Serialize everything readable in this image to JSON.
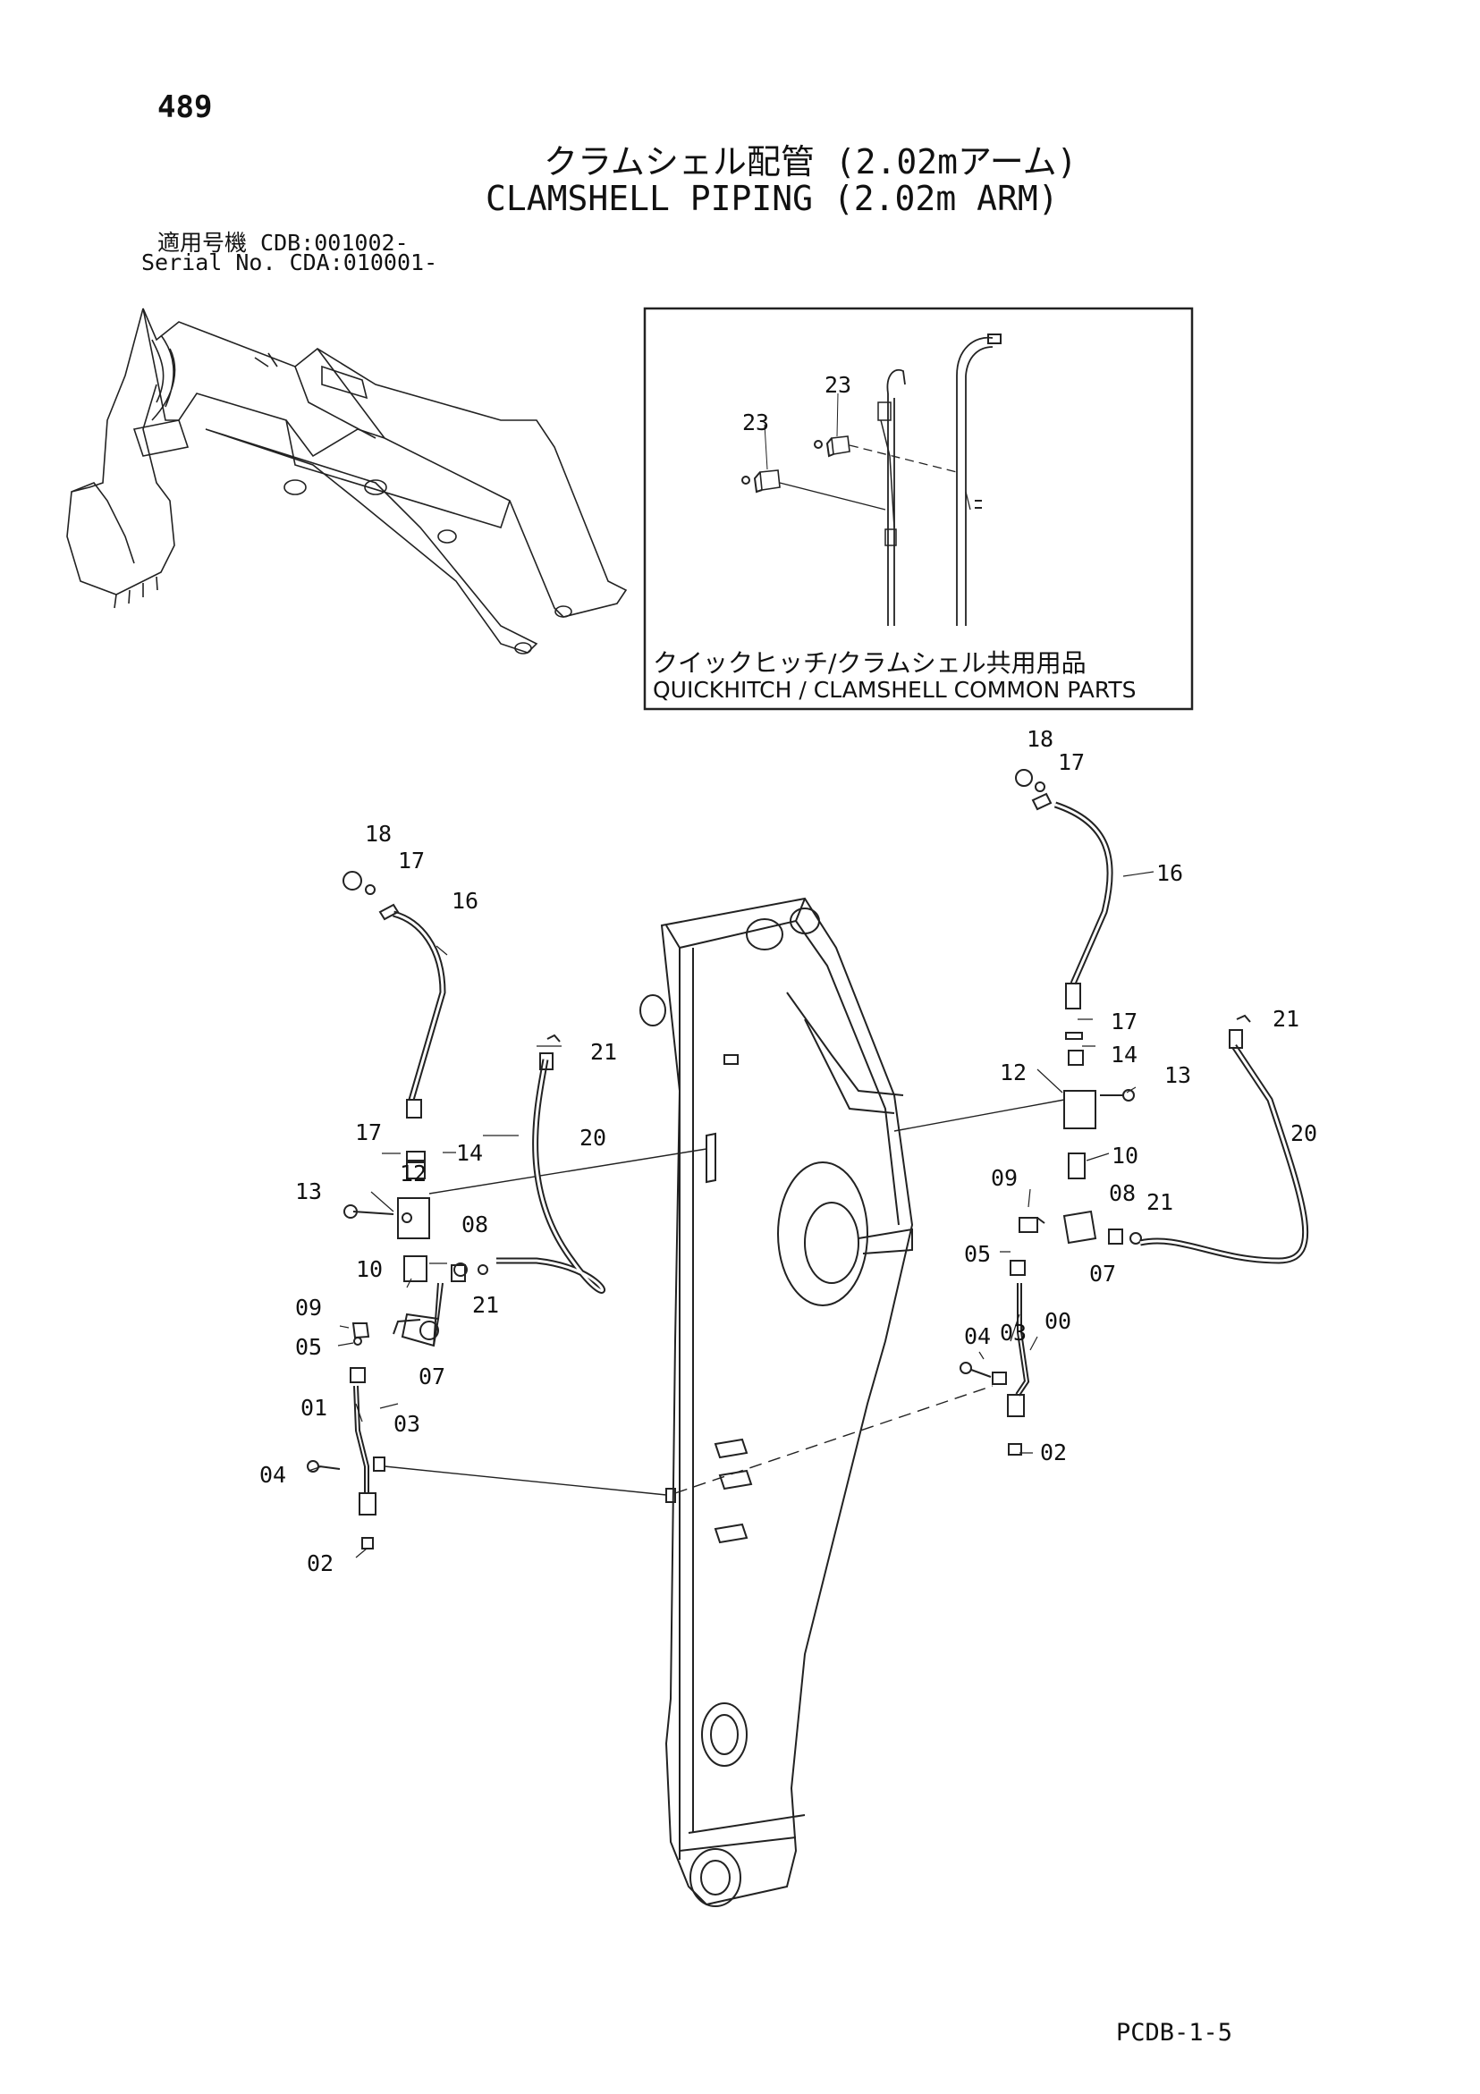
{
  "page_number": "489",
  "title_jp": "クラムシェル配管 (2.02mアーム)",
  "title_en": "CLAMSHELL PIPING (2.02m ARM)",
  "serial_jp": "適用号機 CDB:001002-",
  "serial_en": "Serial No. CDA:010001-",
  "inset": {
    "caption_jp": "クイックヒッチ/クラムシェル共用用品",
    "caption_en": "QUICKHITCH / CLAMSHELL COMMON PARTS",
    "labels": [
      "23",
      "23"
    ]
  },
  "left_assembly_labels": [
    "18",
    "17",
    "16",
    "21",
    "20",
    "17",
    "14",
    "12",
    "13",
    "08",
    "10",
    "21",
    "09",
    "05",
    "07",
    "01",
    "03",
    "04",
    "02"
  ],
  "right_assembly_labels": [
    "18",
    "17",
    "16",
    "17",
    "14",
    "13",
    "12",
    "21",
    "20",
    "10",
    "09",
    "08",
    "21",
    "05",
    "07",
    "04",
    "03",
    "00",
    "02"
  ],
  "doc_code": "PCDB-1-5"
}
